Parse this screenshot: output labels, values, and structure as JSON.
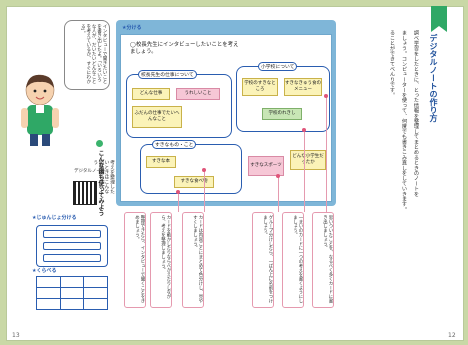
{
  "page_numbers": {
    "left": "13",
    "right": "12"
  },
  "heading": "デジタルノートの作り方",
  "intro_lines": [
    "調べ学習をしたときに、とった情報を整理してまとめるときのノートを",
    "ましょう。コンピューターを使って、何度でも書きこみ直しをしていきます。",
    "ることができてべんりです。"
  ],
  "speech_text": "インタビューで聞きたいことを書き出したよ。「いろいろな人が、だいたいどんなことを考えているか、すぐにわかる」。",
  "screen": {
    "section_label": "★分ける",
    "question": "◯校長先生にインタビューしたいことを考えましょう。",
    "groups": {
      "work": {
        "title": "校長先生の仕事について",
        "notes": [
          "どんな仕事",
          "うれしいこと",
          "ふだんの仕事でたいへんなこと"
        ]
      },
      "school": {
        "title": "小学校について",
        "notes": [
          "学校のすきなところ",
          "すきなきゅう食のメニュー",
          "学校のれきし"
        ]
      },
      "favorite": {
        "title": "すきなもの・こと",
        "notes": [
          "すきな本",
          "すきな食べ物",
          "すきなスポーツ",
          "どんな小学生だったか"
        ]
      }
    }
  },
  "callouts": [
    "思いついたことを、なるべく多くカードに書き出しましょう。",
    "一まいのカードに一つの考えを書くようにしましょう。",
    "グループ分けしたら、一ばん上に名前をつけましょう。",
    "カードは内容ごとにまとめて色分けし、見やすくしましょう。",
    "カードを動かしたりならべかえたりしながら、考えを整理しましょう。",
    "整理できたら、インタビューで聞くことをきめましょう。"
  ],
  "left_column": {
    "title": "こんな図も使ってみよう",
    "mini_question": "考えを整理したいときはこんな図を使ってみよう",
    "qr_label": "デジタルノート",
    "section1": "★じゅんじょ分ける",
    "section2": "★くらべる"
  }
}
